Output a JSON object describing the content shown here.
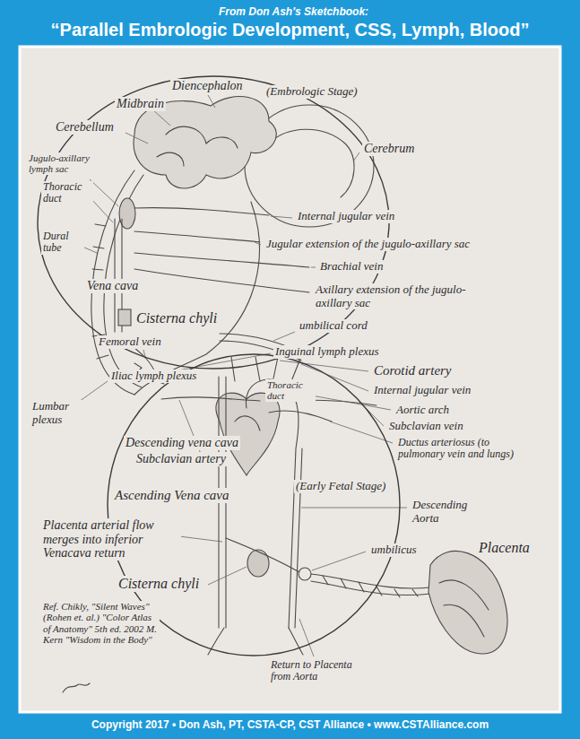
{
  "diagram": {
    "title": "“Parallel Embrologic Development, CSS, Lymph, Blood”",
    "caption": "Copyright 2017 • Don Ash, PT, CSTA-CP, CST Alliance • www.CSTAlliance.com",
    "nodes": [
      {
        "text": [
          "(Embrologic Stage)"
        ]
      },
      {
        "text": [
          "(Early Fetal Stage)"
        ]
      }
    ],
    "labels": [
      "From Don Ash's Sketchbook:",
      "Midbrain",
      "Diencephalon",
      "Cerebellum",
      "Cerebrum",
      "Jugulo-axillary lymph sac",
      "Thoracic duct",
      "Internal jugular vein",
      "Dural tube",
      "Jugular extension of the jugulo-axillary sac",
      "Brachial vein",
      "Vena cava",
      "Axillary extension of the jugulo-axillary sac",
      "Cisterna chyli",
      "umbilical cord",
      "Femoral vein",
      "Inguinal lymph plexus",
      "Iliac lymph plexus",
      "Lumbar plexus",
      "Corotid artery",
      "Thoracic duct",
      "Internal jugular vein",
      "Aortic arch",
      "Subclavian vein",
      "Descending vena cava",
      "Subclavian artery",
      "Ductus arteriosus (to pulmonary vein and lungs)",
      "Ascending Vena cava",
      "Placenta arterial flow merges into inferior Venacava return",
      "Descending Aorta",
      "umbilicus",
      "Cisterna chyli",
      "Placenta",
      "Ref. Chikly, \"Silent Waves\" (Rohen et. al.) \"Color Atlas of Anatomy\" 5th ed. 2002 M. Kern \"Wisdom in the Body\"",
      "Return to Placenta from Aorta"
    ]
  }
}
